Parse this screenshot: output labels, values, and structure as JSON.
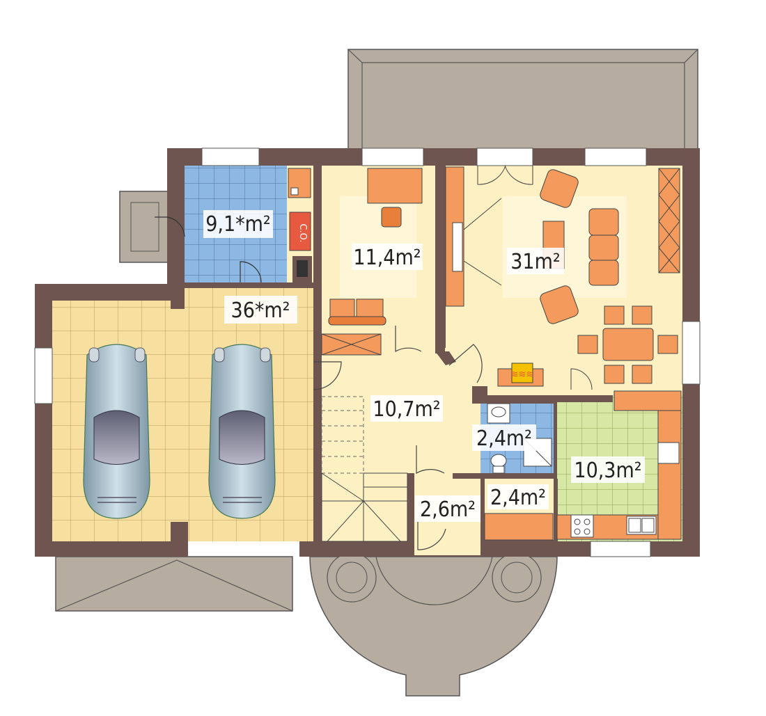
{
  "rooms": {
    "boiler": "9,1*m²",
    "garage": "36*m²",
    "study": "11,4m²",
    "living": "31m²",
    "hall": "10,7m²",
    "bath": "2,4m²",
    "kitchen": "10,3m²",
    "pantry": "2,4m²",
    "vestibule": "2,6m²"
  },
  "boiler_tag": "C.O.",
  "heater_symbol": "≋≋≋",
  "colors": {
    "wall": "#6e5550",
    "floor": "#fdf1c4",
    "tile_blue": "#8db8e4",
    "tile_green": "#d6e8a4",
    "garage_tile": "#f7dfa0",
    "furniture": "#f39a5c",
    "furniture_dark": "#e8803c",
    "terrace": "#b7aca0"
  }
}
